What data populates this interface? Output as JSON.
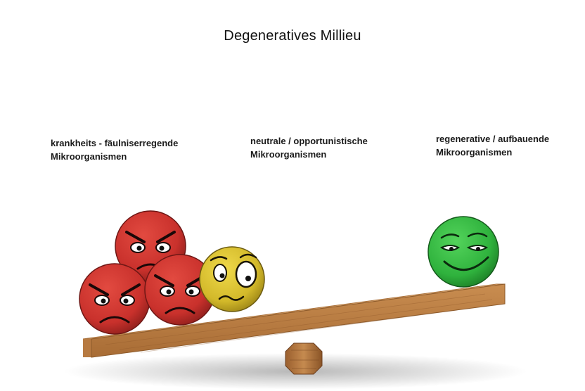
{
  "title": "Degeneratives Millieu",
  "groups": [
    {
      "id": "bad",
      "line1": "krankheits - fäulniserregende",
      "line2": "Mikroorganismen"
    },
    {
      "id": "neutral",
      "line1": "neutrale / opportunistische",
      "line2": "Mikroorganismen"
    },
    {
      "id": "good",
      "line1": "regenerative / aufbauende",
      "line2": "Mikroorganismen"
    }
  ],
  "colors": {
    "bad": "#c9312c",
    "neutral": "#d8c02e",
    "good": "#2fb23d",
    "wood": "#c58a4f"
  },
  "icons": [
    "angry-face-icon",
    "worried-face-icon",
    "content-face-icon",
    "seesaw-icon"
  ]
}
